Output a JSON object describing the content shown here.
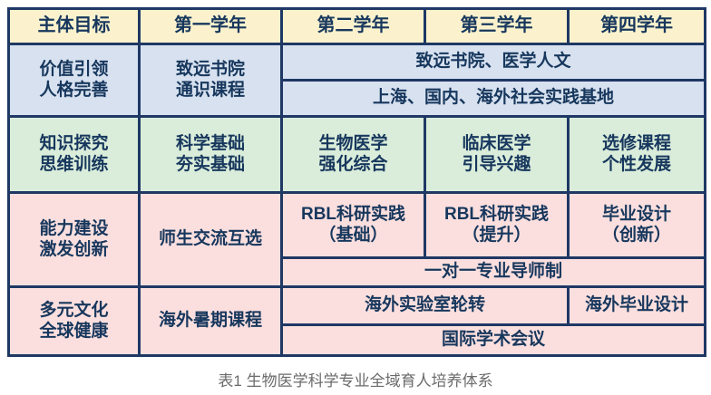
{
  "colors": {
    "header_bg": "#FBF2CD",
    "band_values_bg": "#D7E1EF",
    "band_knowledge_bg": "#DAEDDA",
    "band_ability_bg": "#FBDFDE",
    "band_culture_bg": "#FBDFDE",
    "border": "#1F3864",
    "goal_text": "#C00000",
    "cell_text": "#17375D",
    "caption_text": "#6B6B6B"
  },
  "table": {
    "header": {
      "goal": "主体目标",
      "year1": "第一学年",
      "year2": "第二学年",
      "year3": "第三学年",
      "year4": "第四学年"
    },
    "bands": {
      "values": {
        "goal": "价值引领\n人格完善",
        "year1": "致远书院\n通识课程",
        "merged_top": "致远书院、医学人文",
        "merged_bottom": "上海、国内、海外社会实践基地"
      },
      "knowledge": {
        "goal": "知识探究\n思维训练",
        "year1": "科学基础\n夯实基础",
        "year2": "生物医学\n强化综合",
        "year3": "临床医学\n引导兴趣",
        "year4": "选修课程\n个性发展"
      },
      "ability": {
        "goal": "能力建设\n激发创新",
        "year1": "师生交流互选",
        "year2": "RBL科研实践\n（基础）",
        "year3": "RBL科研实践\n（提升）",
        "year4": "毕业设计\n（创新）",
        "merged_bottom": "一对一专业导师制"
      },
      "culture": {
        "goal": "多元文化\n全球健康",
        "year1": "海外暑期课程",
        "merged_mid": "海外实验室轮转",
        "year4": "海外毕业设计",
        "merged_bottom": "国际学术会议"
      }
    }
  },
  "caption": "表1 生物医学科学专业全域育人培养体系"
}
